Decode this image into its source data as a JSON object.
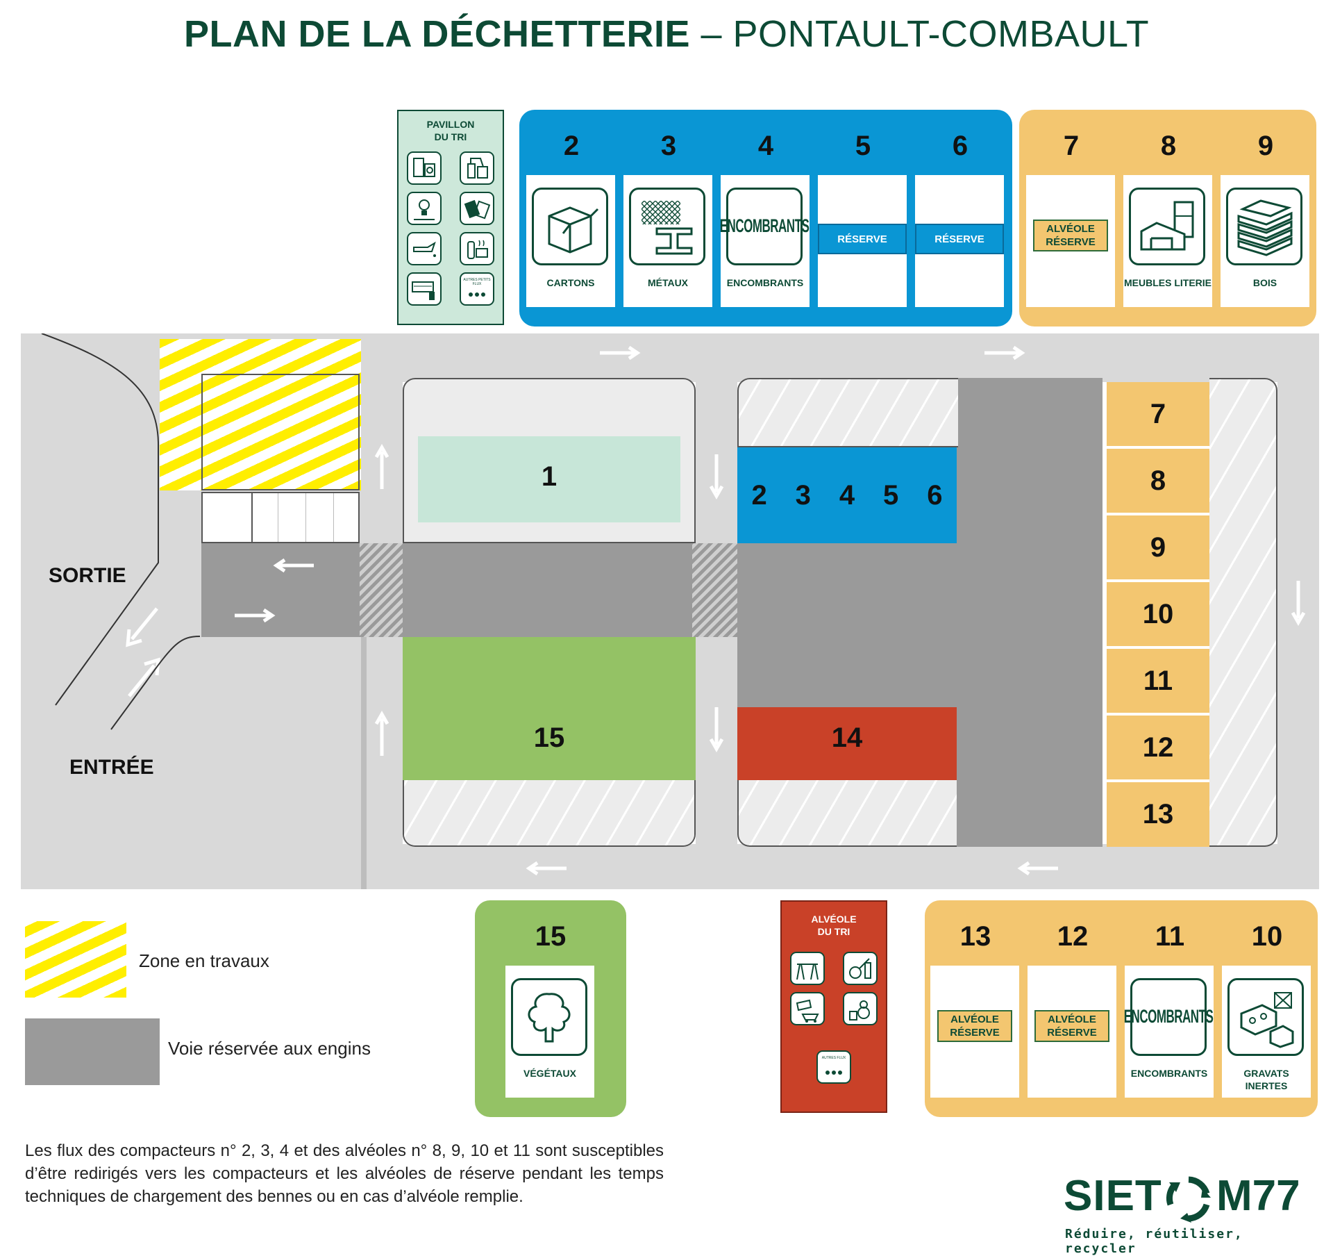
{
  "title": {
    "bold": "PLAN DE LA DÉCHETTERIE",
    "sep": " – ",
    "light": "PONTAULT-COMBAULT"
  },
  "pavillon": {
    "line1": "PAVILLON",
    "line2": "DU TRI",
    "autres": "AUTRES PETITS FLUX"
  },
  "top_blue": [
    {
      "num": "2",
      "label": "CARTONS",
      "icon": "box-icon"
    },
    {
      "num": "3",
      "label": "MÉTAUX",
      "icon": "metal-icon"
    },
    {
      "num": "4",
      "label": "ENCOMBRANTS",
      "icon": "encombrants-icon",
      "icon_text": "ENCOMBRANTS"
    },
    {
      "num": "5",
      "label": "RÉSERVE",
      "reserve": true
    },
    {
      "num": "6",
      "label": "RÉSERVE",
      "reserve": true
    }
  ],
  "top_orange": [
    {
      "num": "7",
      "label": "ALVÉOLE RÉSERVE",
      "alveole_reserve": true
    },
    {
      "num": "8",
      "label": "MEUBLES LITERIE",
      "icon": "furniture-icon"
    },
    {
      "num": "9",
      "label": "BOIS",
      "icon": "wood-icon"
    }
  ],
  "map": {
    "zone1": "1",
    "blue_nums": [
      "2",
      "3",
      "4",
      "5",
      "6"
    ],
    "zone15": "15",
    "zone14": "14",
    "side_nums": [
      "7",
      "8",
      "9",
      "10",
      "11",
      "12",
      "13"
    ],
    "sortie": "SORTIE",
    "entree": "ENTRÉE"
  },
  "legend": {
    "zone_travaux": "Zone en travaux",
    "voie_engins": "Voie réservée aux engins"
  },
  "bottom_green": {
    "num": "15",
    "label": "VÉGÉTAUX",
    "icon": "tree-icon"
  },
  "alveole_tri": {
    "line1": "ALVÉOLE",
    "line2": "DU TRI",
    "autres": "AUTRES FLUX"
  },
  "bottom_orange": [
    {
      "num": "13",
      "label": "ALVÉOLE RÉSERVE",
      "alveole_reserve": true
    },
    {
      "num": "12",
      "label": "ALVÉOLE RÉSERVE",
      "alveole_reserve": true
    },
    {
      "num": "11",
      "label": "ENCOMBRANTS",
      "icon": "encombrants-icon",
      "icon_text": "ENCOMBRANTS"
    },
    {
      "num": "10",
      "label": "GRAVATS INERTES",
      "icon": "rubble-icon"
    }
  ],
  "note": "Les flux des compacteurs n° 2, 3, 4 et des alvéoles n° 8, 9, 10 et 11 sont susceptibles d’être redirigés vers les compacteurs et les alvéoles de réserve pendant les temps techniques de chargement des bennes ou en cas d’alvéole remplie.",
  "logo": {
    "left": "SIET",
    "right": "M77",
    "tagline": "Réduire, réutiliser, recycler"
  },
  "colors": {
    "brand_green": "#0d4a35",
    "blue": "#0a96d4",
    "orange": "#f3c670",
    "green": "#94c265",
    "red": "#c94128",
    "engins": "#9a9a9a",
    "travaux": "#ffee00"
  }
}
